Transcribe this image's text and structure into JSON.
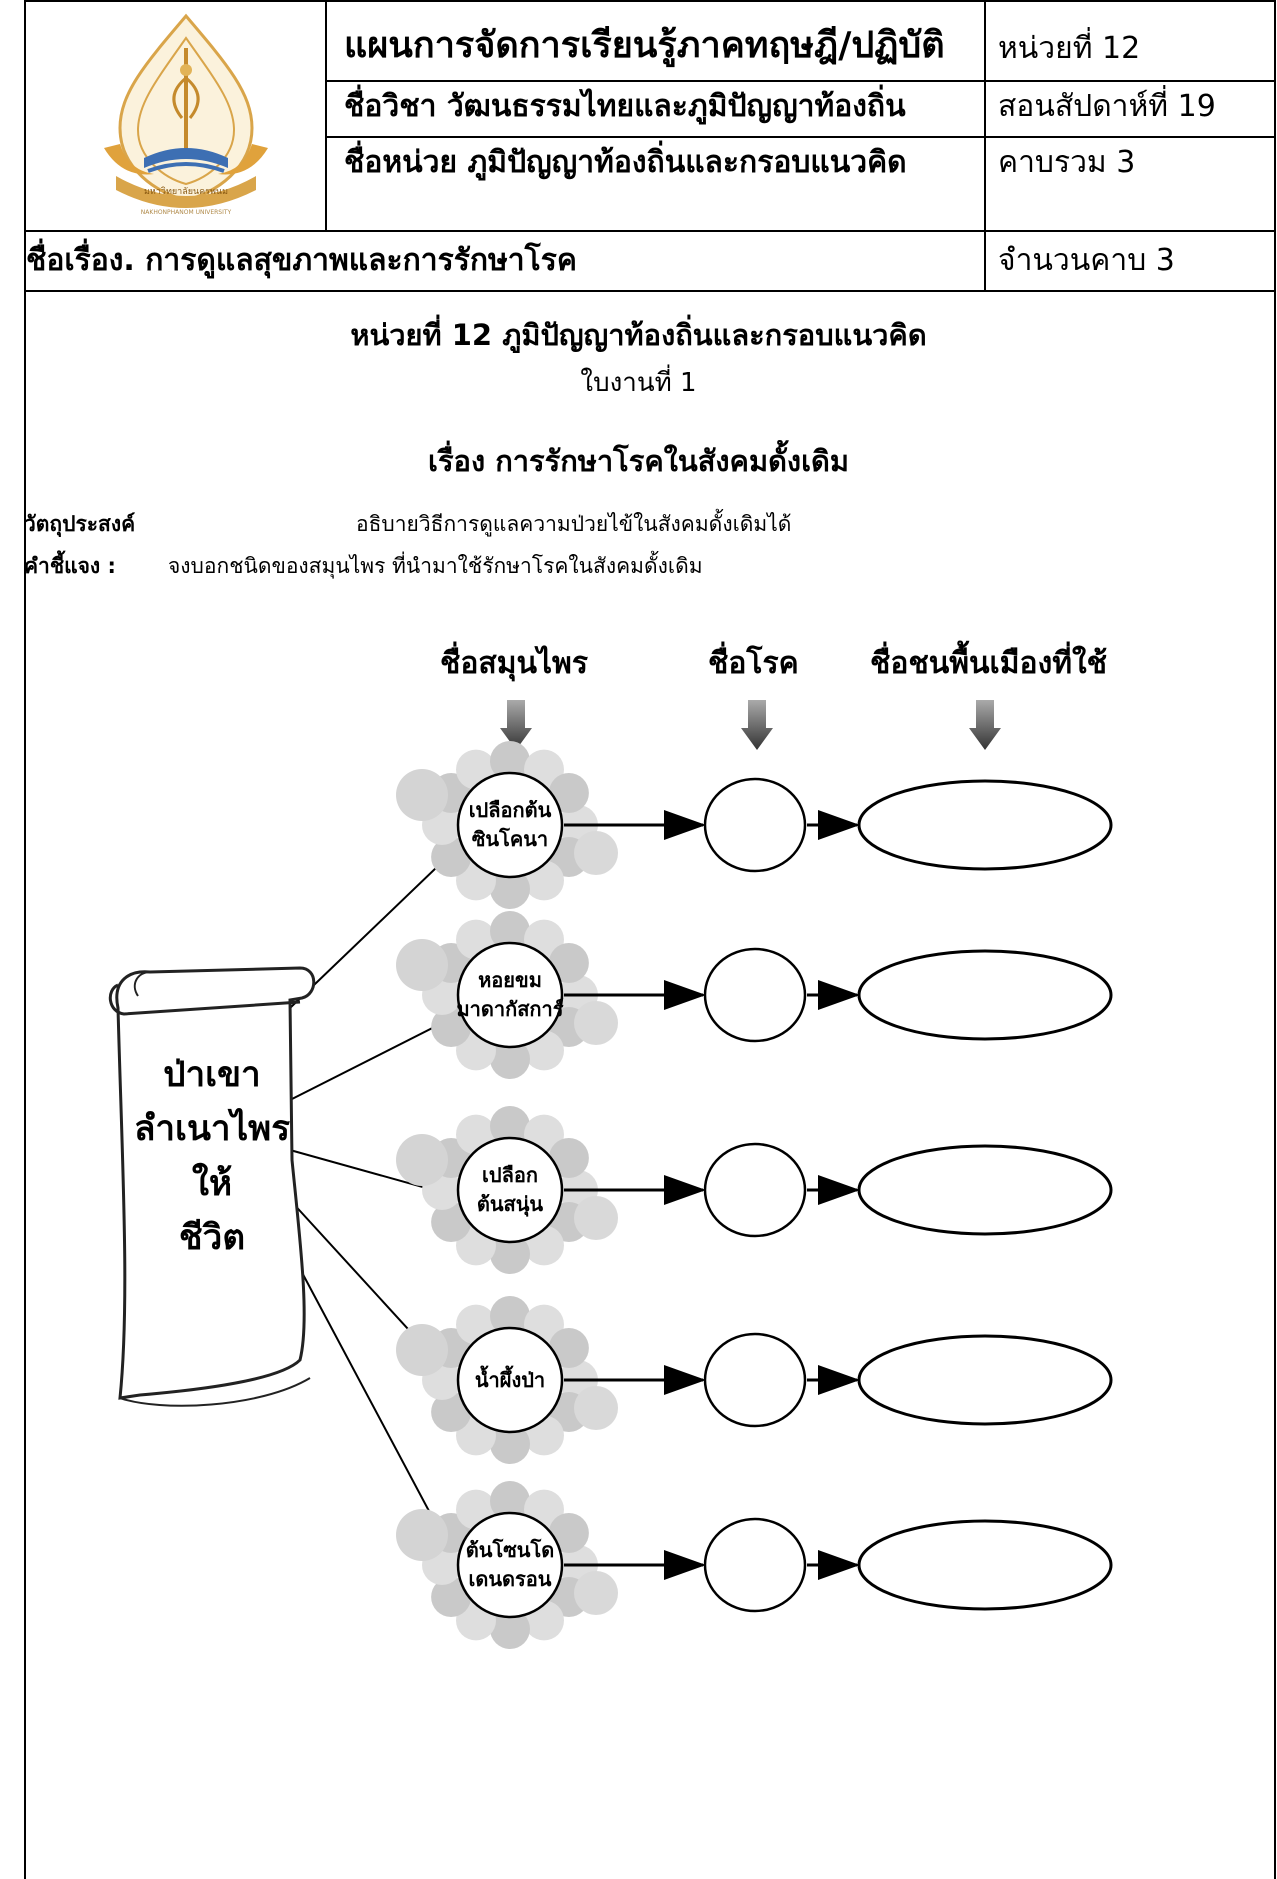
{
  "header": {
    "plan_title": "แผนการจัดการเรียนรู้ภาคทฤษฎี/ปฏิบัติ",
    "subject": "ชื่อวิชา  วัฒนธรรมไทยและภูมิปัญญาท้องถิ่น",
    "unit_name": "ชื่อหน่วย ภูมิปัญญาท้องถิ่นและกรอบแนวคิด",
    "unit_no": "หน่วยที่ 12",
    "week": "สอนสัปดาห์ที่ 19",
    "total_periods": "คาบรวม 3",
    "topic": "ชื่อเรื่อง. การดูแลสุขภาพและการรักษาโรค",
    "periods": "จำนวนคาบ 3",
    "logo_text": "มหาวิทยาลัยนครพนม",
    "logo_text_en": "NAKHONPHANOM UNIVERSITY"
  },
  "worksheet": {
    "unit_heading": "หน่วยที่ 12  ภูมิปัญญาท้องถิ่นและกรอบแนวคิด",
    "sheet_no": "ใบงานที่ 1",
    "subject_heading": "เรื่อง  การรักษาโรคในสังคมดั้งเดิม",
    "objective_label": "วัตถุประสงค์",
    "objective_text": "อธิบายวิธีการดูแลความป่วยไข้ในสังคมดั้งเดิมได้",
    "instruction_label": "คำชี้แจง :",
    "instruction_text": "จงบอกชนิดของสมุนไพร ที่นำมาใช้รักษาโรคในสังคมดั้งเดิม"
  },
  "diagram": {
    "columns": [
      "ชื่อสมุนไพร",
      "ชื่อโรค",
      "ชื่อชนพื้นเมืองที่ใช้"
    ],
    "scroll_lines": [
      "ป่าเขา",
      "ลำเนาไพร",
      "ให้",
      "ชีวิต"
    ],
    "herbs": [
      [
        "เปลือกต้น",
        "ซินโคนา"
      ],
      [
        "หอยขม",
        "มาดากัสการ์"
      ],
      [
        "เปลือก",
        "ต้นสนุ่น"
      ],
      [
        "น้ำผึ้งป่า"
      ],
      [
        "ต้นโซนโด",
        "เดนดรอน"
      ]
    ]
  }
}
